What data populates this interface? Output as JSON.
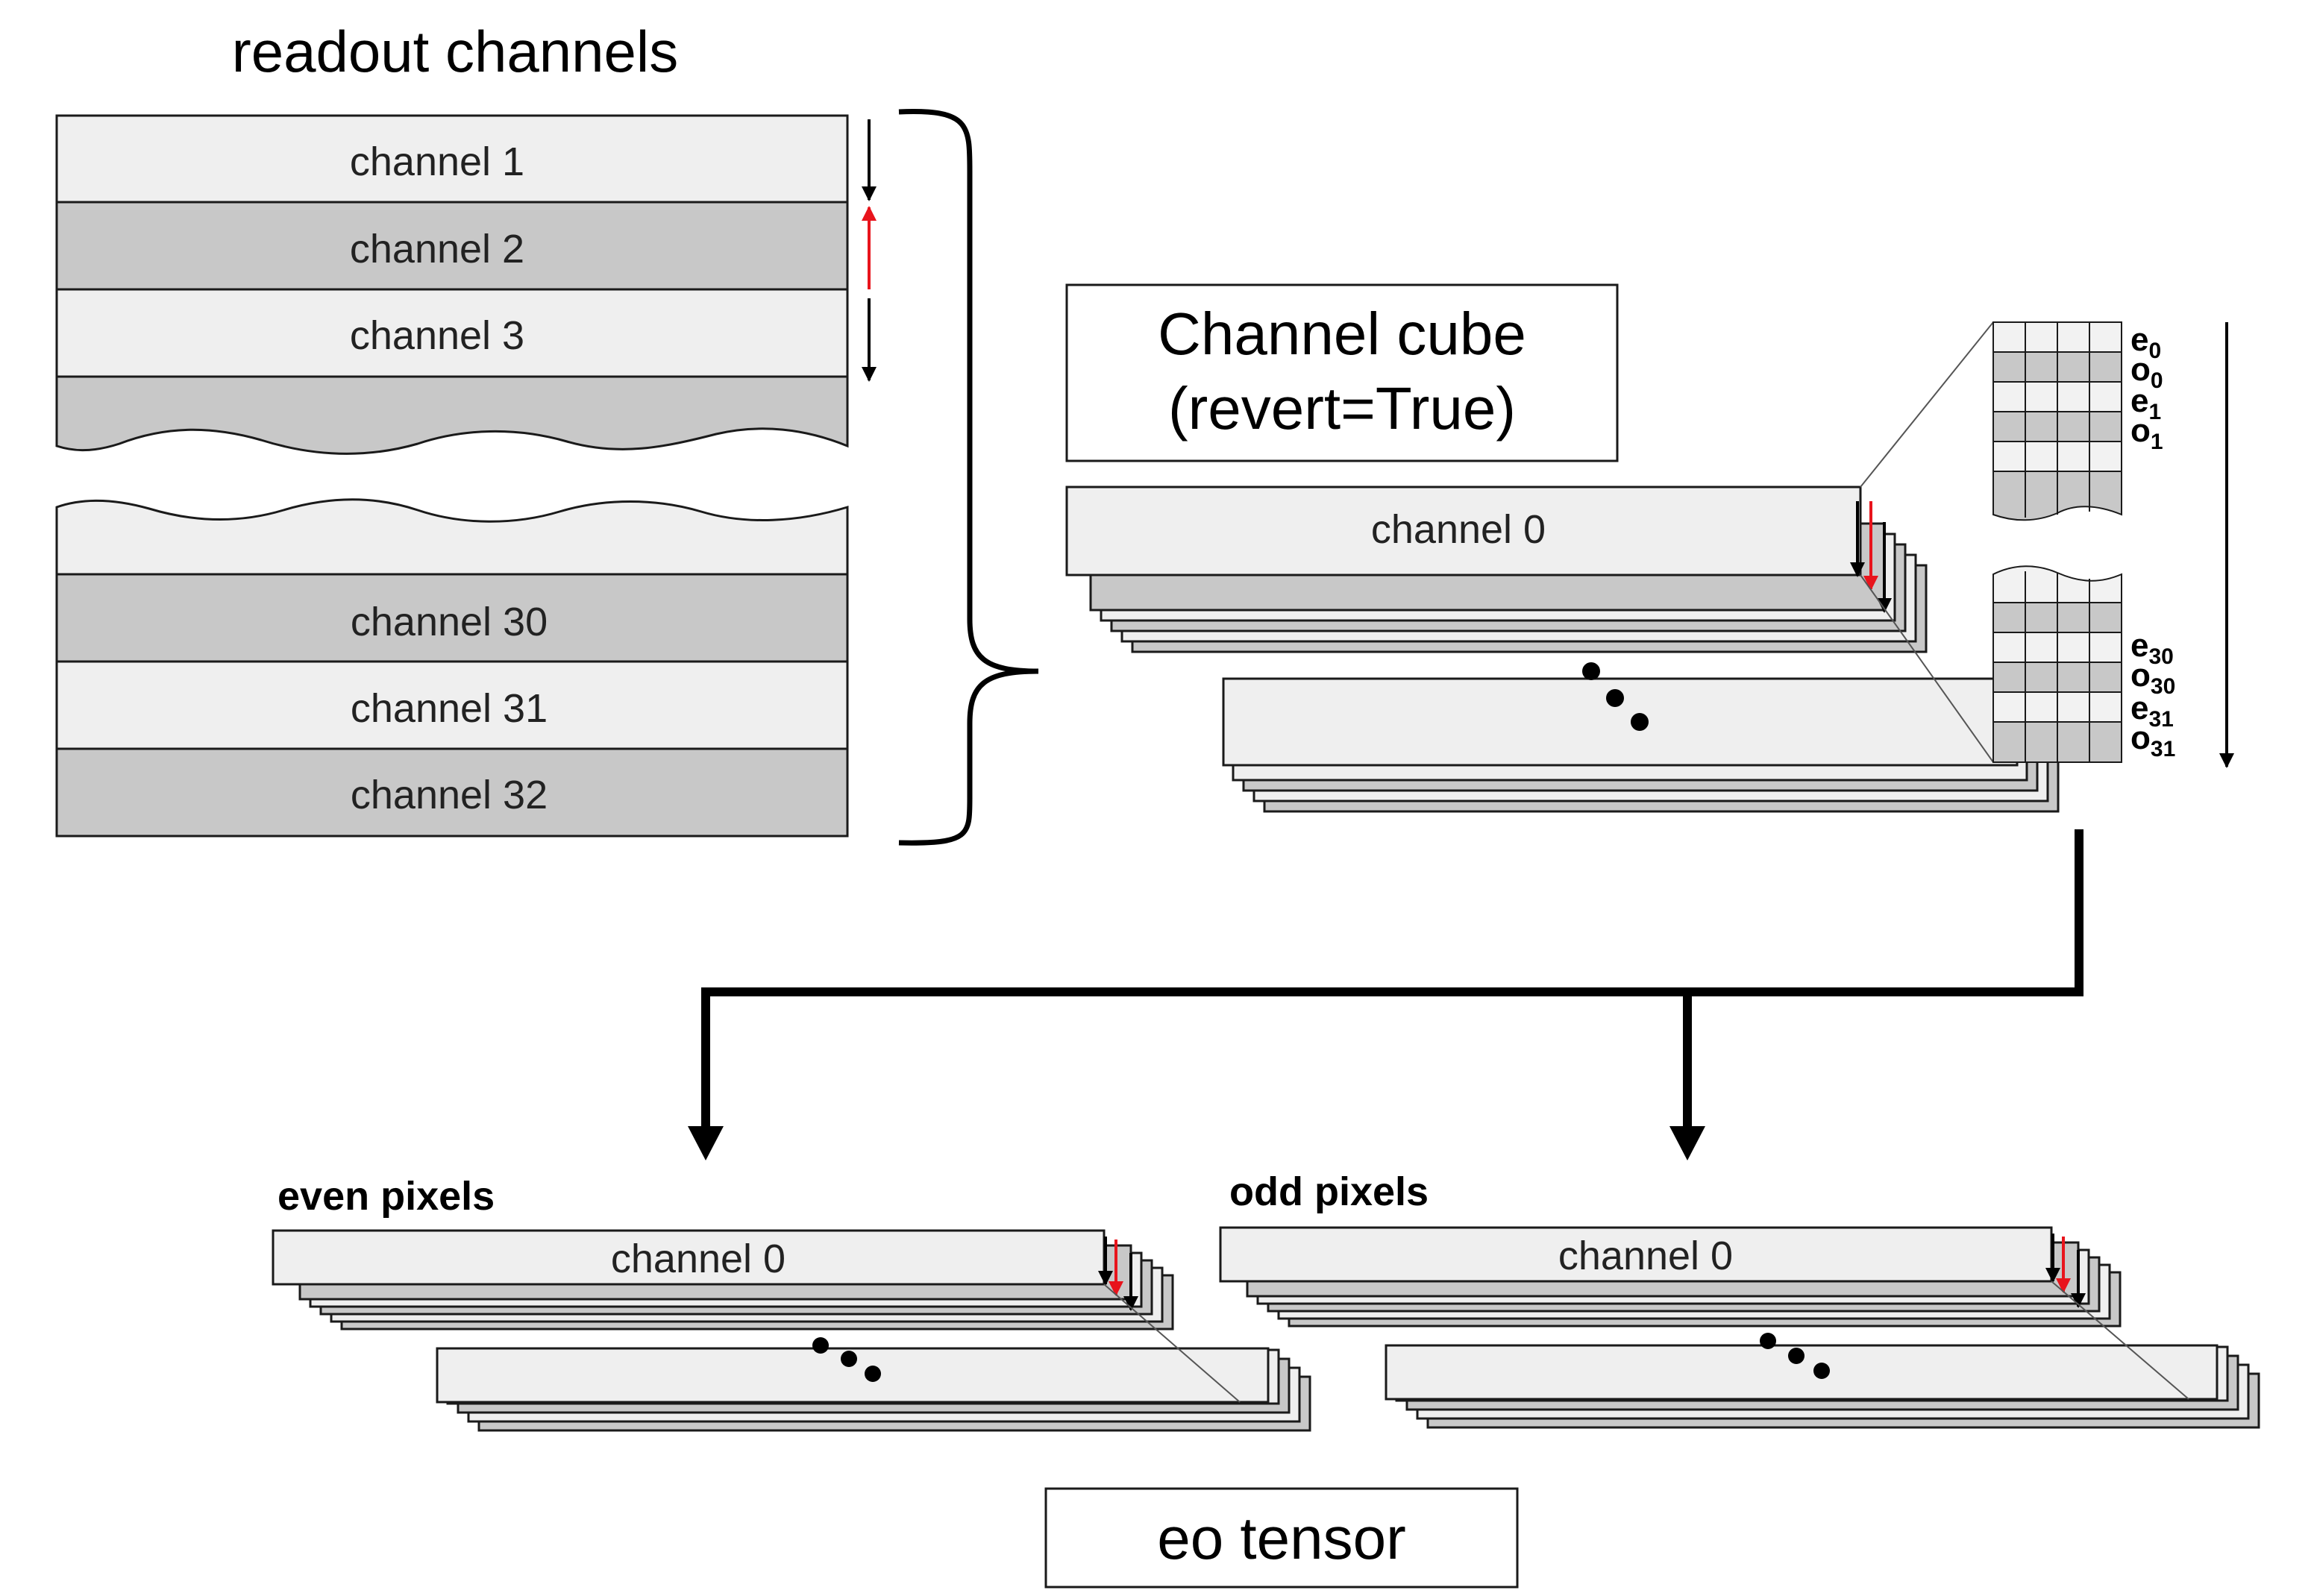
{
  "readout": {
    "title": "readout channels",
    "channels_top": [
      "channel 1",
      "channel 2",
      "channel 3"
    ],
    "channels_bottom": [
      "channel 30",
      "channel 31",
      "channel 32"
    ]
  },
  "cube": {
    "title_line1": "Channel cube",
    "title_line2": "(revert=True)",
    "front_label": "channel 0",
    "pixel_rows_top": [
      {
        "letter": "e",
        "sub": "0"
      },
      {
        "letter": "o",
        "sub": "0"
      },
      {
        "letter": "e",
        "sub": "1"
      },
      {
        "letter": "o",
        "sub": "1"
      }
    ],
    "pixel_rows_bottom": [
      {
        "letter": "e",
        "sub": "30"
      },
      {
        "letter": "o",
        "sub": "30"
      },
      {
        "letter": "e",
        "sub": "31"
      },
      {
        "letter": "o",
        "sub": "31"
      }
    ]
  },
  "even": {
    "title": "even pixels",
    "front_label": "channel 0"
  },
  "odd": {
    "title": "odd pixels",
    "front_label": "channel 0"
  },
  "output": {
    "label": "eo tensor"
  },
  "colors": {
    "light_fill": "#efefef",
    "dark_fill": "#c8c8c8",
    "outline": "#1a1a1a",
    "red_arrow": "#e8141c",
    "black": "#000000"
  }
}
